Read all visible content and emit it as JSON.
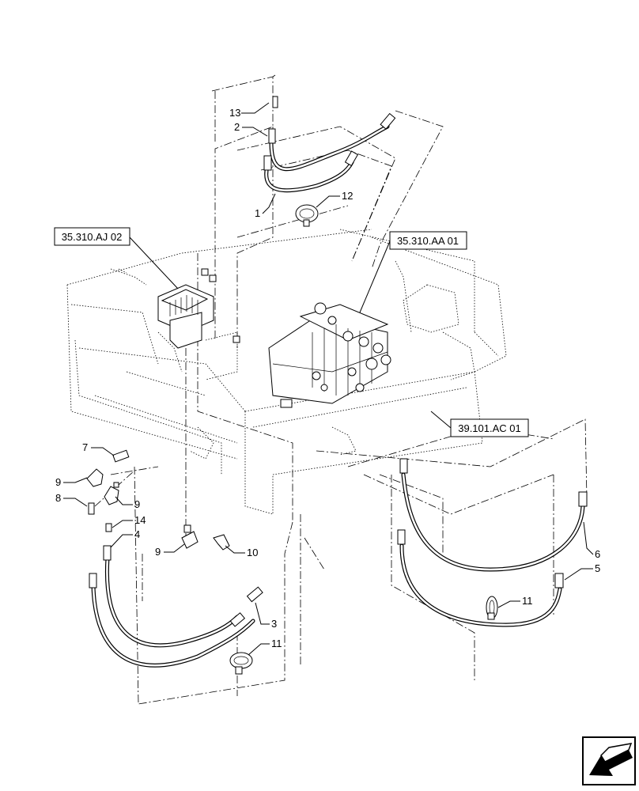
{
  "callouts": {
    "c1": "1",
    "c2": "2",
    "c3": "3",
    "c4": "4",
    "c5": "5",
    "c6": "6",
    "c7": "7",
    "c8": "8",
    "c9a": "9",
    "c9b": "9",
    "c9c": "9",
    "c10": "10",
    "c11a": "11",
    "c11b": "11",
    "c12": "12",
    "c13": "13",
    "c14": "14"
  },
  "refs": {
    "ref_aj": "35.310.AJ 02",
    "ref_aa": "35.310.AA 01",
    "ref_ac": "39.101.AC 01"
  },
  "icons": {
    "nav": "view-direction-arrow-icon"
  }
}
